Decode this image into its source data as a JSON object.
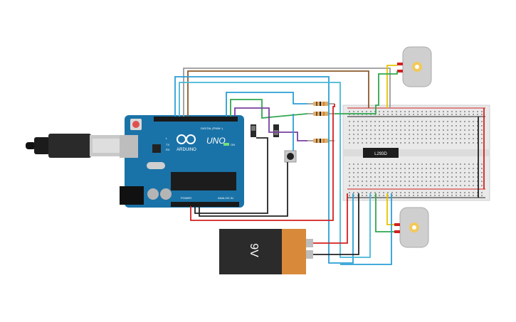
{
  "arduino": {
    "brand": "ARDUINO",
    "model": "UNO",
    "digital_label": "DIGITAL (PWM~)",
    "power_label": "POWER",
    "analog_label": "ANALOG IN",
    "on_label": "ON",
    "tx_label": "TX",
    "rx_label": "RX",
    "l_label": "L"
  },
  "battery": {
    "label": "9V"
  },
  "chip": {
    "label": "L293D"
  },
  "colors": {
    "board": "#1a73a8",
    "battery_body": "#2b2b2b",
    "battery_cap": "#d88a3a",
    "breadboard": "#e9e9e9",
    "wire_red": "#d22020",
    "wire_black": "#222222",
    "wire_blue": "#2a9fd6",
    "wire_green": "#2fa84f",
    "wire_yellow": "#e8c400",
    "wire_purple": "#7a3fa0",
    "wire_brown": "#8b5a2b",
    "wire_gray": "#9a9a9a"
  }
}
